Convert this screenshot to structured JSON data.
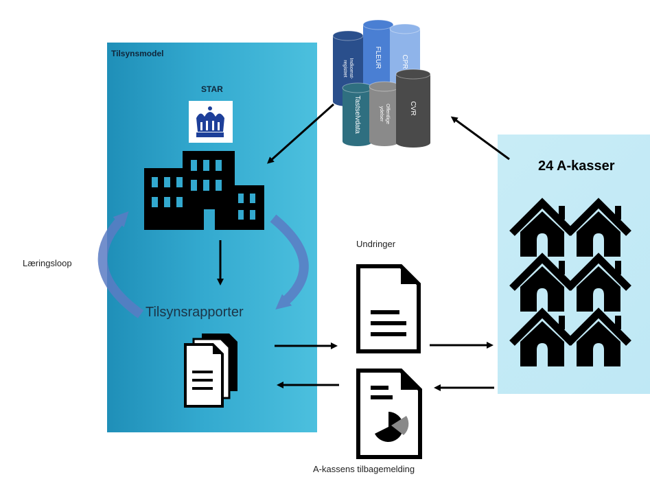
{
  "tilsynsmodel_title": "Tilsynsmodel",
  "star_label": "STAR",
  "rapporter_label": "Tilsynsrapporter",
  "laering_label": "Læringsloop",
  "undringer_label": "Undringer",
  "feedback_label": "A-kassens tilbagemelding",
  "akasser_title": "24 A-kasser",
  "databases": [
    {
      "label": "Indkomst-\nregistret",
      "color": "#2a4f8c"
    },
    {
      "label": "FLEUR",
      "color": "#4a7fd3"
    },
    {
      "label": "CPR",
      "color": "#8fb4ea"
    },
    {
      "label": "Tastselvdata",
      "color": "#2f6f80"
    },
    {
      "label": "Offentlige\nydelser",
      "color": "#8a8a8a"
    },
    {
      "label": "CVR",
      "color": "#4a4a4a"
    }
  ],
  "icons": {
    "crown": "crown-icon",
    "building": "building-icon",
    "reports": "document-stack-icon",
    "undringer": "document-icon",
    "feedback": "document-chart-icon",
    "house": "house-icon"
  },
  "house_count": 6
}
